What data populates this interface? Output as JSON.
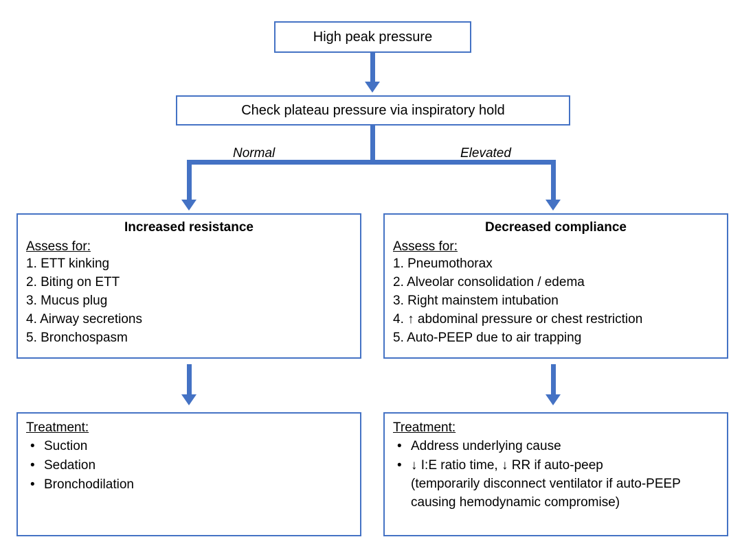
{
  "diagram": {
    "title": "High peak pressure ventilator troubleshooting flowchart",
    "accent_color": "#4472C4",
    "background_color": "#FFFFFF",
    "text_color": "#000000"
  },
  "nodes": {
    "root": {
      "label": "High peak pressure"
    },
    "check": {
      "label": "Check plateau pressure via inspiratory hold"
    },
    "left_branch": {
      "edge_label": "Normal",
      "heading": "Increased resistance",
      "assess_label": "Assess for:",
      "items": [
        "1. ETT kinking",
        "2. Biting on ETT",
        "3. Mucus plug",
        "4. Airway secretions",
        "5. Bronchospasm"
      ]
    },
    "right_branch": {
      "edge_label": "Elevated",
      "heading": "Decreased compliance",
      "assess_label": "Assess for:",
      "items": [
        "1. Pneumothorax",
        "2. Alveolar consolidation / edema",
        "3. Right mainstem intubation",
        "4. ↑ abdominal pressure or chest restriction",
        "5. Auto-PEEP due to air trapping"
      ]
    },
    "left_treatment": {
      "label": "Treatment:",
      "items": [
        "Suction",
        "Sedation",
        "Bronchodilation"
      ]
    },
    "right_treatment": {
      "label": "Treatment:",
      "items": [
        "Address underlying cause",
        "↓ I:E ratio time, ↓ RR if auto-peep"
      ],
      "item2_continuation": [
        "(temporarily disconnect ventilator if auto-PEEP",
        "causing hemodynamic compromise)"
      ]
    }
  },
  "connectors": {
    "root_to_check": "down-arrow",
    "check_to_split": "split-down-arrows",
    "left_assess_to_treatment": "down-arrow",
    "right_assess_to_treatment": "down-arrow"
  }
}
